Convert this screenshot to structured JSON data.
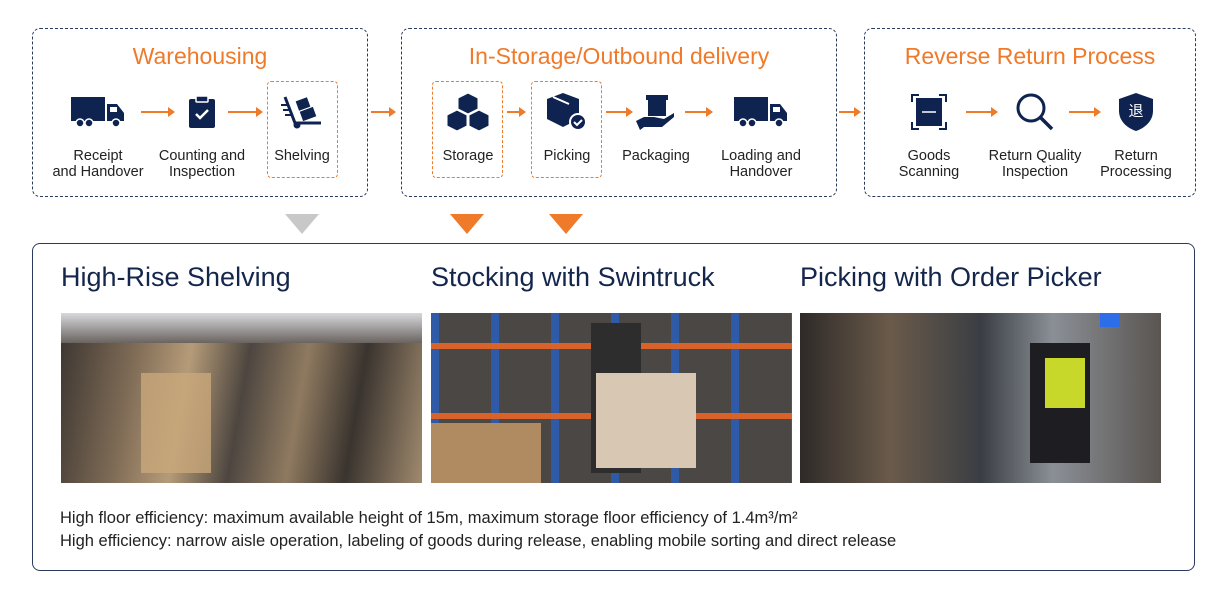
{
  "stages": [
    {
      "title": "Warehousing",
      "steps": [
        {
          "label1": "Receipt",
          "label2": "and Handover",
          "icon": "truck-icon"
        },
        {
          "label1": "Counting and",
          "label2": "Inspection",
          "icon": "clipboard-check-icon"
        },
        {
          "label1": "Shelving",
          "label2": "",
          "icon": "hand-truck-icon"
        }
      ]
    },
    {
      "title": "In-Storage/Outbound delivery",
      "steps": [
        {
          "label1": "Storage",
          "label2": "",
          "icon": "boxes-icon"
        },
        {
          "label1": "Picking",
          "label2": "",
          "icon": "box-check-icon"
        },
        {
          "label1": "Packaging",
          "label2": "",
          "icon": "hand-box-icon"
        },
        {
          "label1": "Loading and",
          "label2": "Handover",
          "icon": "truck-icon"
        }
      ]
    },
    {
      "title": "Reverse Return Process",
      "steps": [
        {
          "label1": "Goods",
          "label2": "Scanning",
          "icon": "scan-icon"
        },
        {
          "label1": "Return Quality",
          "label2": "Inspection",
          "icon": "magnifier-icon"
        },
        {
          "label1": "Return",
          "label2": "Processing",
          "icon": "shield-return-icon",
          "glyph": "退"
        }
      ]
    }
  ],
  "panel": {
    "titles": [
      "High-Rise Shelving",
      "Stocking with Swintruck",
      "Picking with Order Picker"
    ],
    "notes": [
      "High floor efficiency: maximum available height of 15m, maximum storage floor efficiency of 1.4m³/m²",
      "High efficiency: narrow aisle operation, labeling of goods during release, enabling mobile sorting and direct release"
    ]
  },
  "colors": {
    "accent": "#ef7a2a",
    "navy": "#0f2350",
    "inactive": "#c8c8c8"
  }
}
